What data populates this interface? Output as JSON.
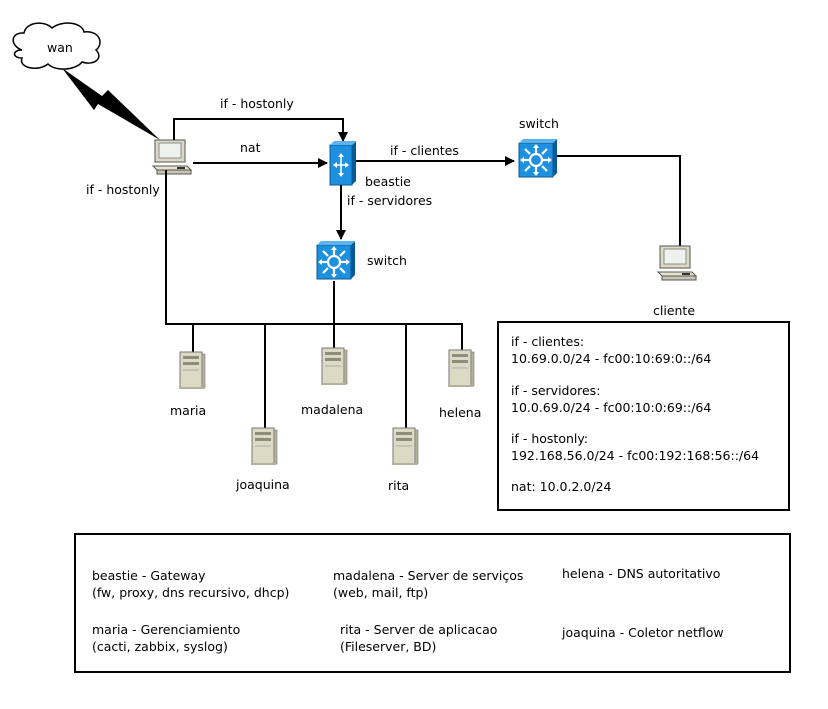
{
  "diagram": {
    "cloud_label": "wan",
    "labels": {
      "hostonly_top": "if - hostonly",
      "nat": "nat",
      "clientes_link": "if - clientes",
      "beastie": "beastie",
      "servidores": "if - servidores",
      "hostonly_left": "if - hostonly",
      "switch_top": "switch",
      "switch_mid": "switch",
      "cliente": "cliente"
    },
    "servers": {
      "maria": "maria",
      "joaquina": "joaquina",
      "madalena": "madalena",
      "rita": "rita",
      "helena": "helena"
    },
    "subnets": [
      {
        "name": "if - clientes:",
        "value": "10.69.0.0/24 - fc00:10:69:0::/64"
      },
      {
        "name": "if - servidores:",
        "value": "10.0.69.0/24 - fc00:10:0:69::/64"
      },
      {
        "name": "if - hostonly:",
        "value": "192.168.56.0/24 - fc00:192:168:56::/64"
      },
      {
        "name": "nat: 10.0.2.0/24"
      }
    ],
    "legend": [
      {
        "title": "beastie - Gateway",
        "detail": "(fw, proxy, dns recursivo, dhcp)"
      },
      {
        "title": "madalena - Server de serviços",
        "detail": "(web, mail, ftp)"
      },
      {
        "title": "helena - DNS autoritativo"
      },
      {
        "title": "maria - Gerenciamiento",
        "detail": "(cacti, zabbix, syslog)"
      },
      {
        "title": "rita - Server de aplicacao",
        "detail": "(Fileserver, BD)"
      },
      {
        "title": "joaquina - Coletor netflow"
      }
    ],
    "colors": {
      "switch_blue": "#1E90E0",
      "switch_dark": "#0A5A96",
      "server_beige": "#DCDAC4",
      "line": "#000000"
    }
  }
}
